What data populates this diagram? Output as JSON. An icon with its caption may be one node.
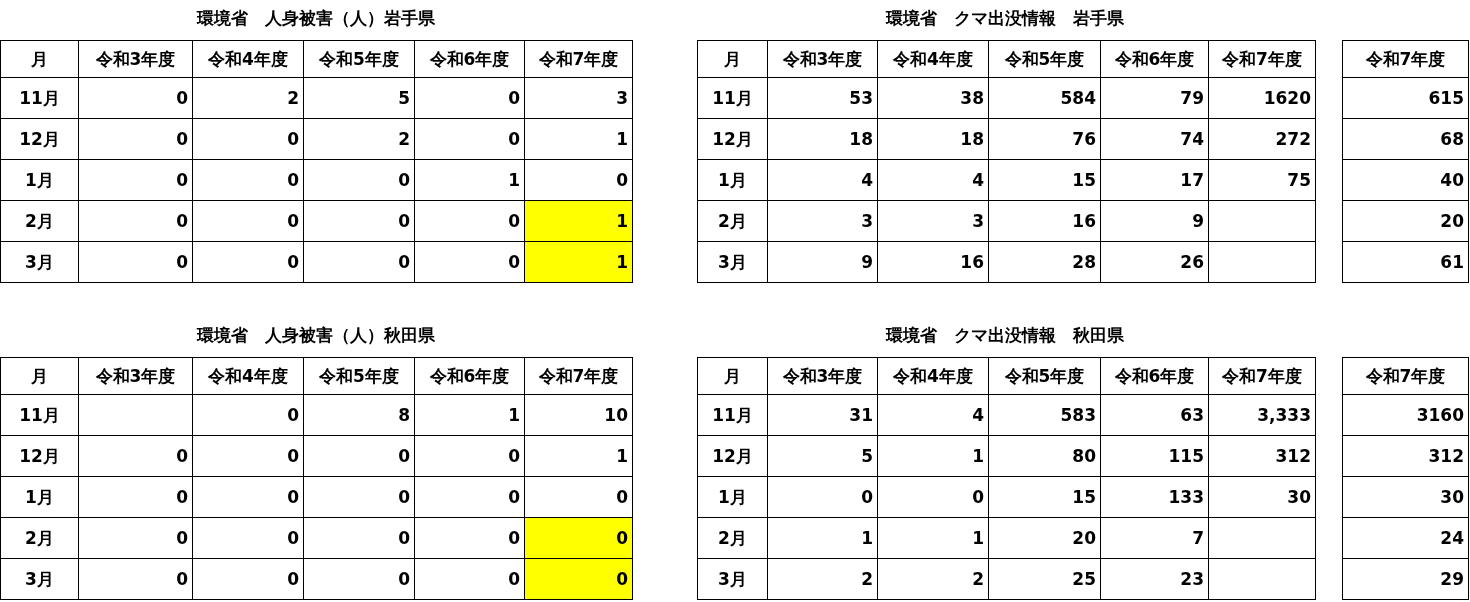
{
  "diagram": {
    "labels": [
      "環境省　人身被害（人）岩手県",
      "月",
      "令和3年度",
      "令和4年度",
      "令和5年度",
      "令和6年度",
      "令和7年度",
      "11月",
      "0",
      "2",
      "5",
      "0",
      "3",
      "12月",
      "0",
      "0",
      "2",
      "0",
      "1",
      "1月",
      "0",
      "0",
      "0",
      "1",
      "0",
      "2月",
      "0",
      "0",
      "0",
      "0",
      "1",
      "3月",
      "0",
      "0",
      "0",
      "0",
      "1",
      "環境省　クマ出没情報　岩手県",
      "月",
      "令和3年度",
      "令和4年度",
      "令和5年度",
      "令和6年度",
      "令和7年度",
      "11月",
      "53",
      "38",
      "584",
      "79",
      "1620",
      "12月",
      "18",
      "18",
      "76",
      "74",
      "272",
      "1月",
      "4",
      "4",
      "15",
      "17",
      "75",
      "2月",
      "3",
      "3",
      "16",
      "9",
      "3月",
      "9",
      "16",
      "28",
      "26",
      "令和7年度",
      "615",
      "68",
      "40",
      "20",
      "61",
      "環境省　人身被害（人）秋田県",
      "月",
      "令和3年度",
      "令和4年度",
      "令和5年度",
      "令和6年度",
      "令和7年度",
      "11月",
      "0",
      "8",
      "1",
      "10",
      "12月",
      "0",
      "0",
      "0",
      "0",
      "1",
      "1月",
      "0",
      "0",
      "0",
      "0",
      "0",
      "2月",
      "0",
      "0",
      "0",
      "0",
      "0",
      "3月",
      "0",
      "0",
      "0",
      "0",
      "0",
      "環境省　クマ出没情報　秋田県",
      "月",
      "令和3年度",
      "令和4年度",
      "令和5年度",
      "令和6年度",
      "令和7年度",
      "11月",
      "31",
      "4",
      "583",
      "63",
      "3,333",
      "12月",
      "5",
      "1",
      "80",
      "115",
      "312",
      "1月",
      "0",
      "0",
      "15",
      "133",
      "30",
      "2月",
      "1",
      "1",
      "20",
      "7",
      "3月",
      "2",
      "2",
      "25",
      "23",
      "令和7年度",
      "3160",
      "312",
      "30",
      "24",
      "29"
    ]
  }
}
